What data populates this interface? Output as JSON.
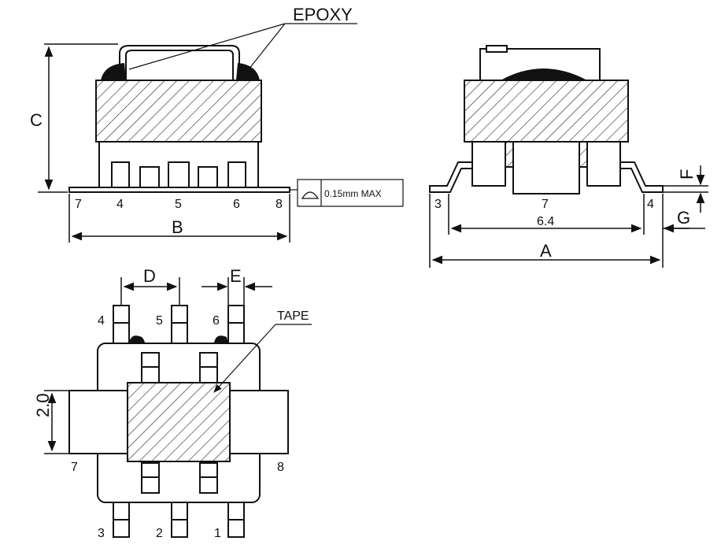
{
  "labels": {
    "epoxy": "EPOXY",
    "tape": "TAPE",
    "dim_a": "A",
    "dim_b": "B",
    "dim_c": "C",
    "dim_d": "D",
    "dim_e": "E",
    "dim_f": "F",
    "dim_g": "G",
    "dim_64": "6.4",
    "dim_20": "2.0",
    "coplanarity": "0.15mm MAX"
  },
  "pins": {
    "front": [
      "7",
      "4",
      "5",
      "6",
      "8"
    ],
    "side": [
      "3",
      "7",
      "4"
    ],
    "top_upper": [
      "4",
      "5",
      "6"
    ],
    "top_left": "7",
    "top_right": "8",
    "top_lower": [
      "3",
      "2",
      "1"
    ]
  }
}
